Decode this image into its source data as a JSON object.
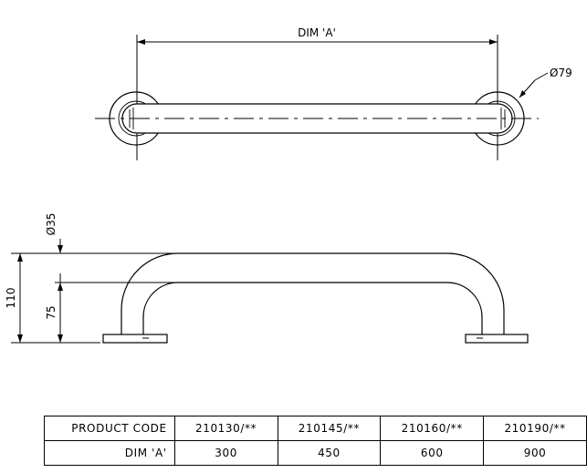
{
  "drawing": {
    "dim_a_label": "DIM 'A'",
    "flange_diameter_label": "Ø79",
    "tube_diameter_label": "Ø35",
    "height_total_label": "110",
    "height_center_label": "75"
  },
  "table": {
    "row1_label": "PRODUCT CODE",
    "row2_label": "DIM 'A'",
    "columns": [
      {
        "code": "210130/**",
        "dim": "300"
      },
      {
        "code": "210145/**",
        "dim": "450"
      },
      {
        "code": "210160/**",
        "dim": "600"
      },
      {
        "code": "210190/**",
        "dim": "900"
      }
    ]
  }
}
